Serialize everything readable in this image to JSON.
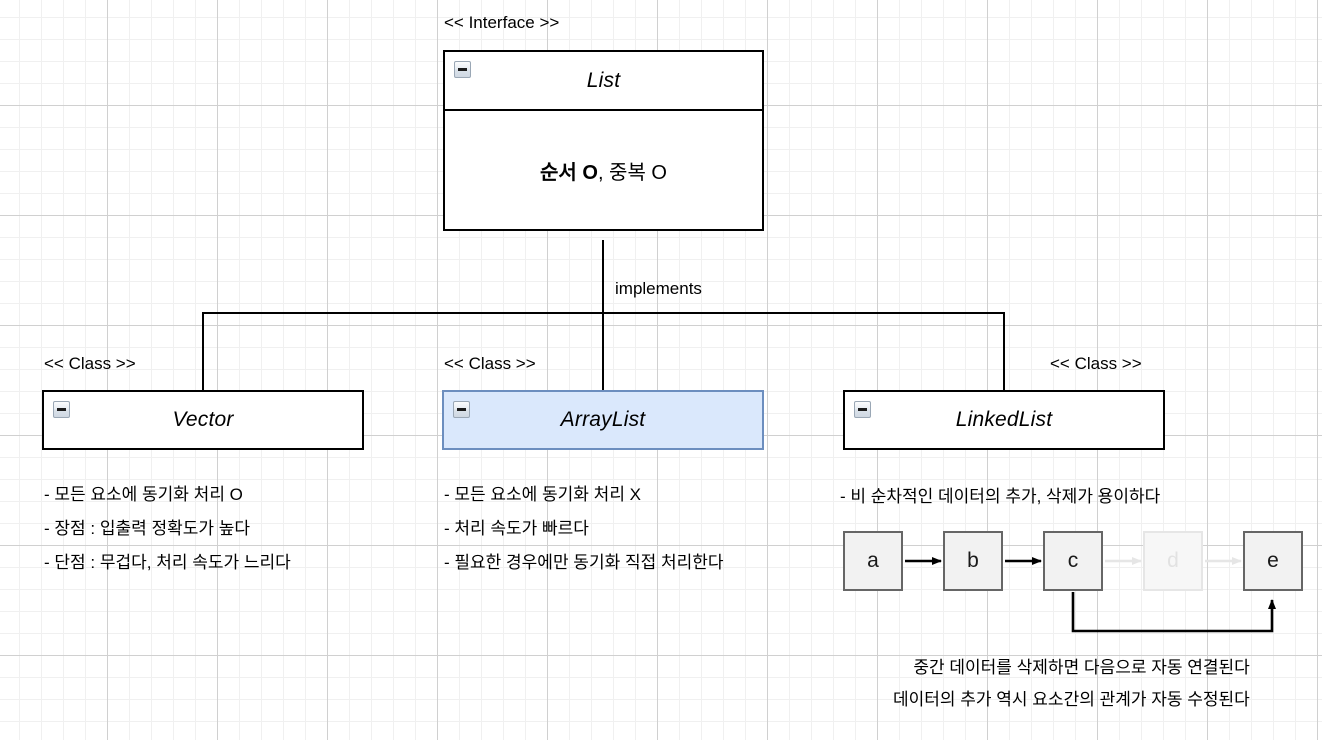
{
  "diagram": {
    "interface": {
      "stereotype": "<< Interface >>",
      "name": "List",
      "body_bold": "순서 O",
      "body_rest": ", 중복 O",
      "collapse_icon": "minus-icon"
    },
    "edge": {
      "label": "implements"
    },
    "classes": [
      {
        "key": "vector",
        "stereotype": "<< Class >>",
        "name": "Vector",
        "selected": false,
        "notes": [
          "- 모든 요소에 동기화 처리 O",
          "- 장점 : 입출력 정확도가 높다",
          "- 단점 : 무겁다, 처리 속도가 느리다"
        ]
      },
      {
        "key": "arraylist",
        "stereotype": "<< Class >>",
        "name": "ArrayList",
        "selected": true,
        "notes": [
          "- 모든 요소에 동기화 처리 X",
          "- 처리 속도가 빠르다",
          "- 필요한 경우에만 동기화 직접 처리한다"
        ]
      },
      {
        "key": "linkedlist",
        "stereotype": "<< Class >>",
        "name": "LinkedList",
        "selected": false,
        "notes": [
          "- 비 순차적인 데이터의 추가, 삭제가 용이하다"
        ]
      }
    ],
    "linked_list_illustration": {
      "nodes": [
        {
          "label": "a",
          "faded": false
        },
        {
          "label": "b",
          "faded": false
        },
        {
          "label": "c",
          "faded": false
        },
        {
          "label": "d",
          "faded": true
        },
        {
          "label": "e",
          "faded": false
        }
      ],
      "captions": [
        "중간 데이터를 삭제하면 다음으로 자동 연결된다",
        "데이터의 추가 역시 요소간의 관계가 자동 수정된다"
      ]
    },
    "colors": {
      "selected_fill": "#dae8fc",
      "selected_border": "#6c8ebf",
      "box_border": "#000000",
      "node_fill": "#f2f2f2",
      "node_border": "#666666",
      "faded": "#e6e6e6",
      "grid_minor": "#f0f0f0",
      "grid_major": "#d0d0d0"
    }
  }
}
